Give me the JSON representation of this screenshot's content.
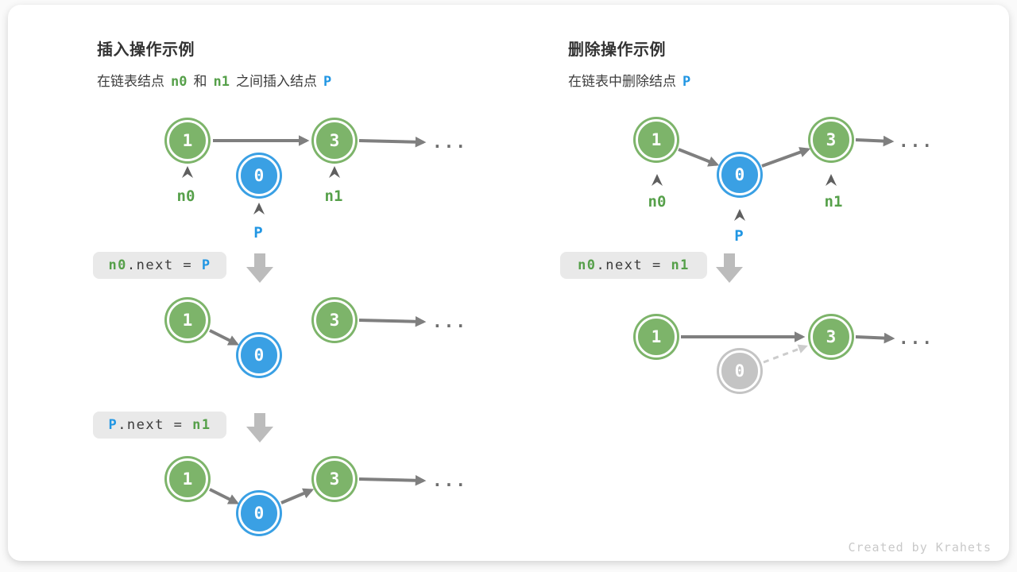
{
  "palette": {
    "node_green": "#7db46a",
    "node_blue": "#3aa0e4",
    "node_gray": "#c4c4c4",
    "arrow_gray": "#7f7f7f",
    "dashed_gray": "#cccccc",
    "block_arrow_gray": "#bcbcbc",
    "code_bg": "#e9e9e9",
    "text_green": "#56a04a",
    "text_blue": "#2196e3"
  },
  "insert_section": {
    "title": "插入操作示例",
    "subtitle": {
      "part1": "在链表结点",
      "id1": "n0",
      "part2": "和",
      "id2": "n1",
      "part3": "之间插入结点",
      "id3": "P"
    },
    "code_step1": {
      "lhs": "n0",
      "mid": ".next = ",
      "rhs": "P"
    },
    "code_step2": {
      "lhs": "P",
      "mid": ".next = ",
      "rhs": "n1"
    }
  },
  "delete_section": {
    "title": "删除操作示例",
    "subtitle": {
      "part1": "在链表中删除结点",
      "id1": "P"
    },
    "code_step1": {
      "lhs": "n0",
      "mid": ".next = ",
      "rhs": "n1"
    }
  },
  "node_values": {
    "first": "1",
    "inserted": "0",
    "third": "3"
  },
  "pointer_labels": {
    "n0": "n0",
    "n1": "n1",
    "p": "P"
  },
  "ellipsis": "...",
  "footer": {
    "credit": "Created by Krahets"
  }
}
